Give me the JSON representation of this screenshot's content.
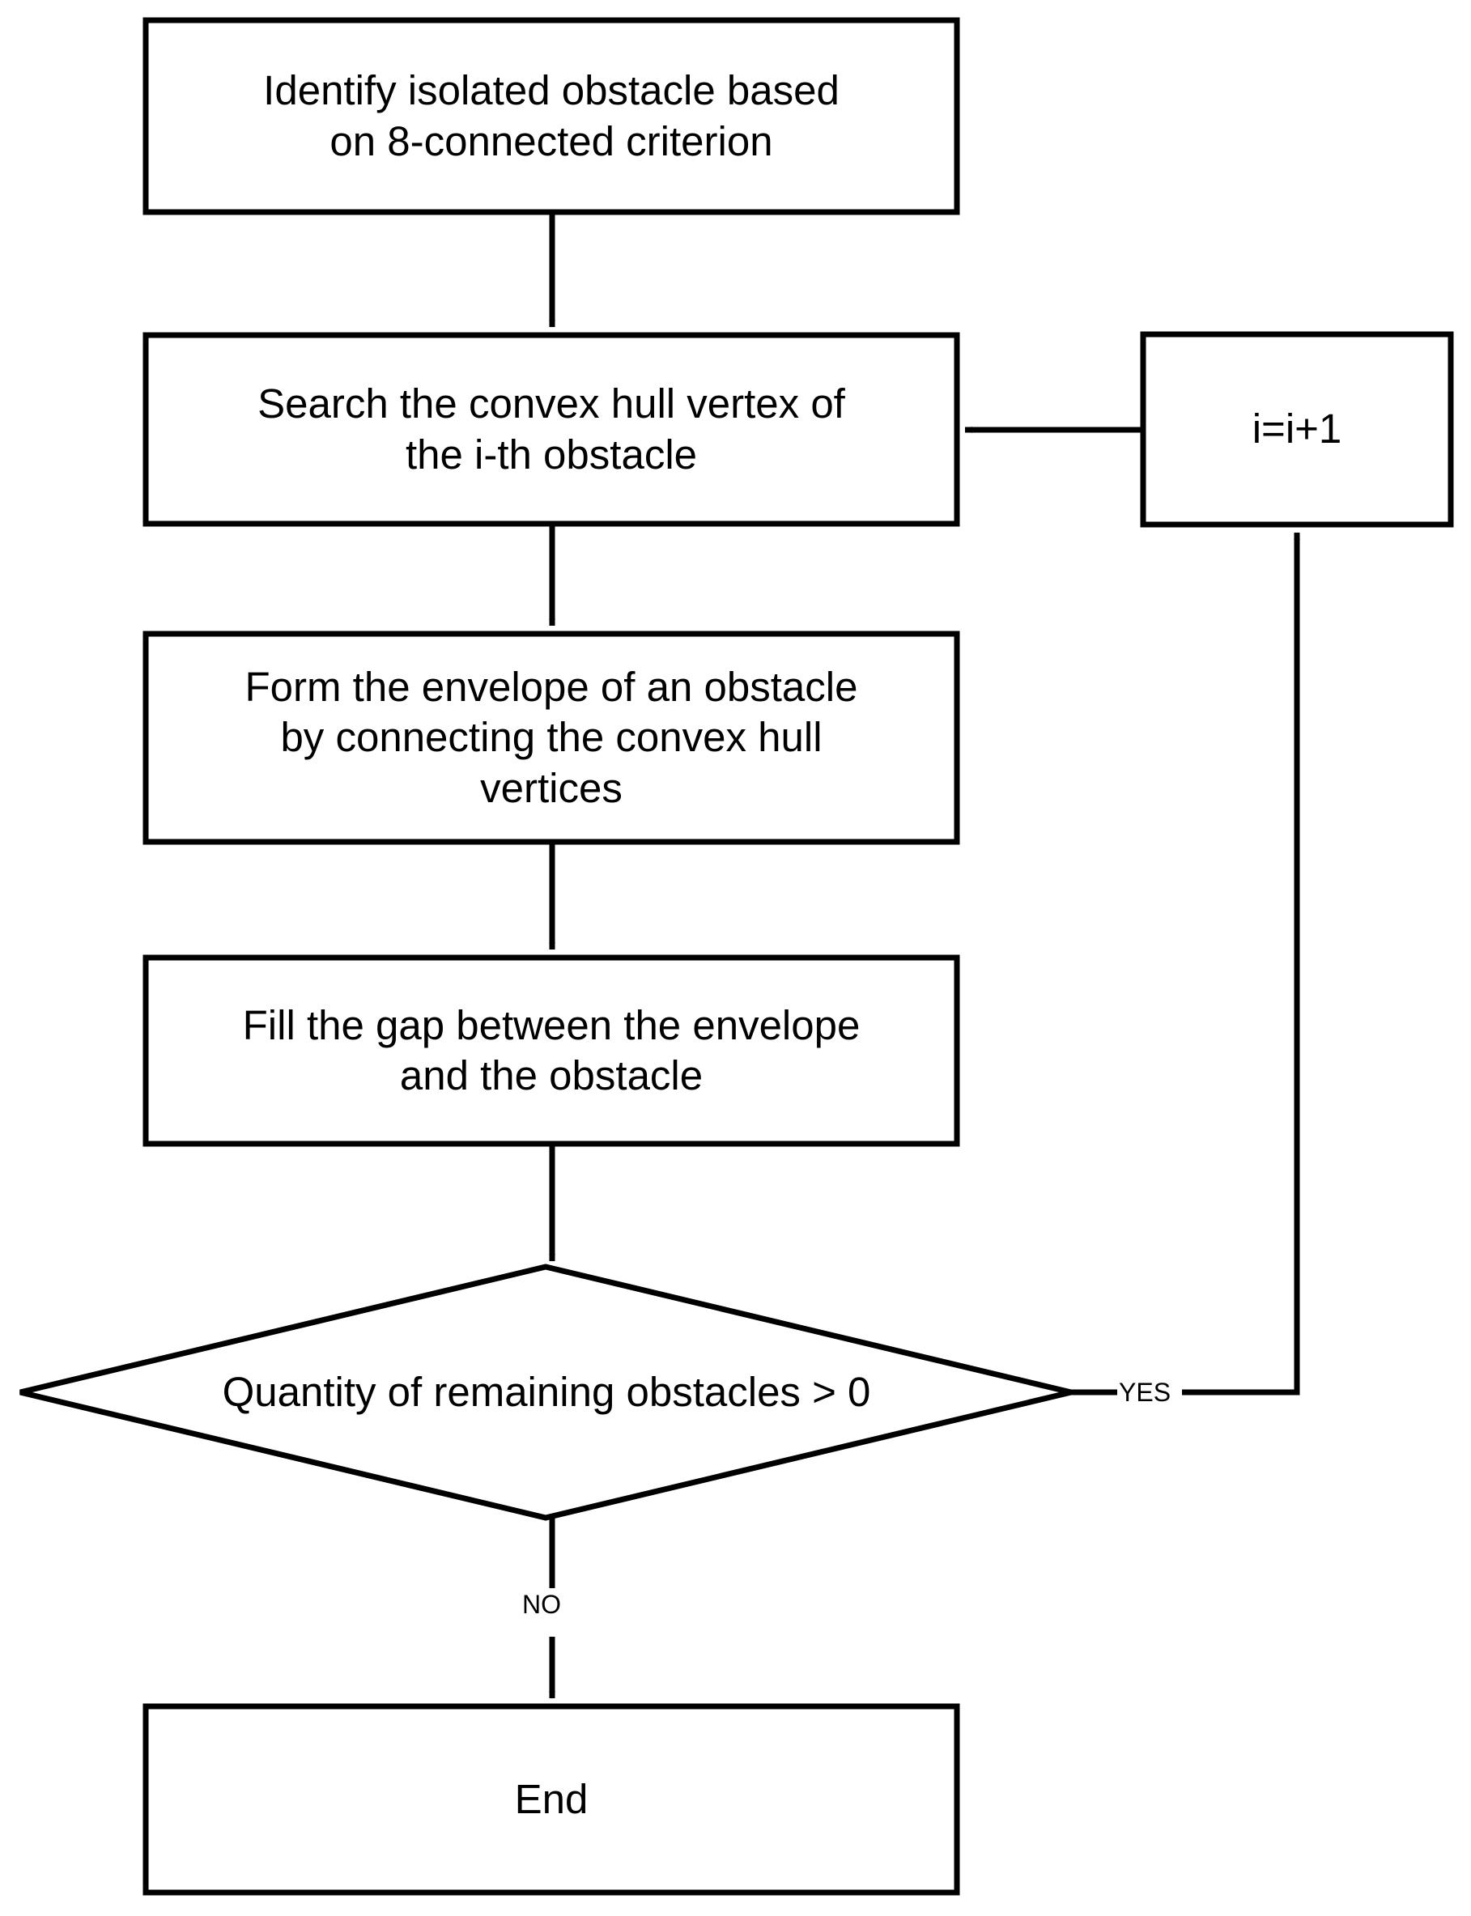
{
  "diagram": {
    "type": "flowchart",
    "title": "Convex hull obstacle envelope flowchart",
    "colors": {
      "stroke": "#000000",
      "fill": "#ffffff",
      "text": "#000000"
    },
    "nodes": [
      {
        "id": "identify",
        "shape": "process",
        "label": "Identify isolated obstacle based\non 8-connected criterion"
      },
      {
        "id": "search",
        "shape": "process",
        "label": "Search the convex hull vertex of\nthe i-th obstacle"
      },
      {
        "id": "increment",
        "shape": "process",
        "label": "i=i+1"
      },
      {
        "id": "form",
        "shape": "process",
        "label": "Form the envelope of an obstacle\nby connecting the convex hull\nvertices"
      },
      {
        "id": "fill",
        "shape": "process",
        "label": "Fill the gap between the envelope\nand the obstacle"
      },
      {
        "id": "decision",
        "shape": "decision",
        "label": "Quantity of remaining obstacles > 0"
      },
      {
        "id": "end",
        "shape": "process",
        "label": "End"
      }
    ],
    "edges": [
      {
        "id": "e1",
        "from": "identify",
        "to": "search",
        "label": ""
      },
      {
        "id": "e2",
        "from": "search",
        "to": "form",
        "label": ""
      },
      {
        "id": "e3",
        "from": "form",
        "to": "fill",
        "label": ""
      },
      {
        "id": "e4",
        "from": "fill",
        "to": "decision",
        "label": ""
      },
      {
        "id": "e5",
        "from": "decision",
        "to": "increment",
        "label": "YES"
      },
      {
        "id": "e6",
        "from": "increment",
        "to": "search",
        "label": ""
      },
      {
        "id": "e7",
        "from": "decision",
        "to": "end",
        "label": "NO"
      }
    ]
  }
}
